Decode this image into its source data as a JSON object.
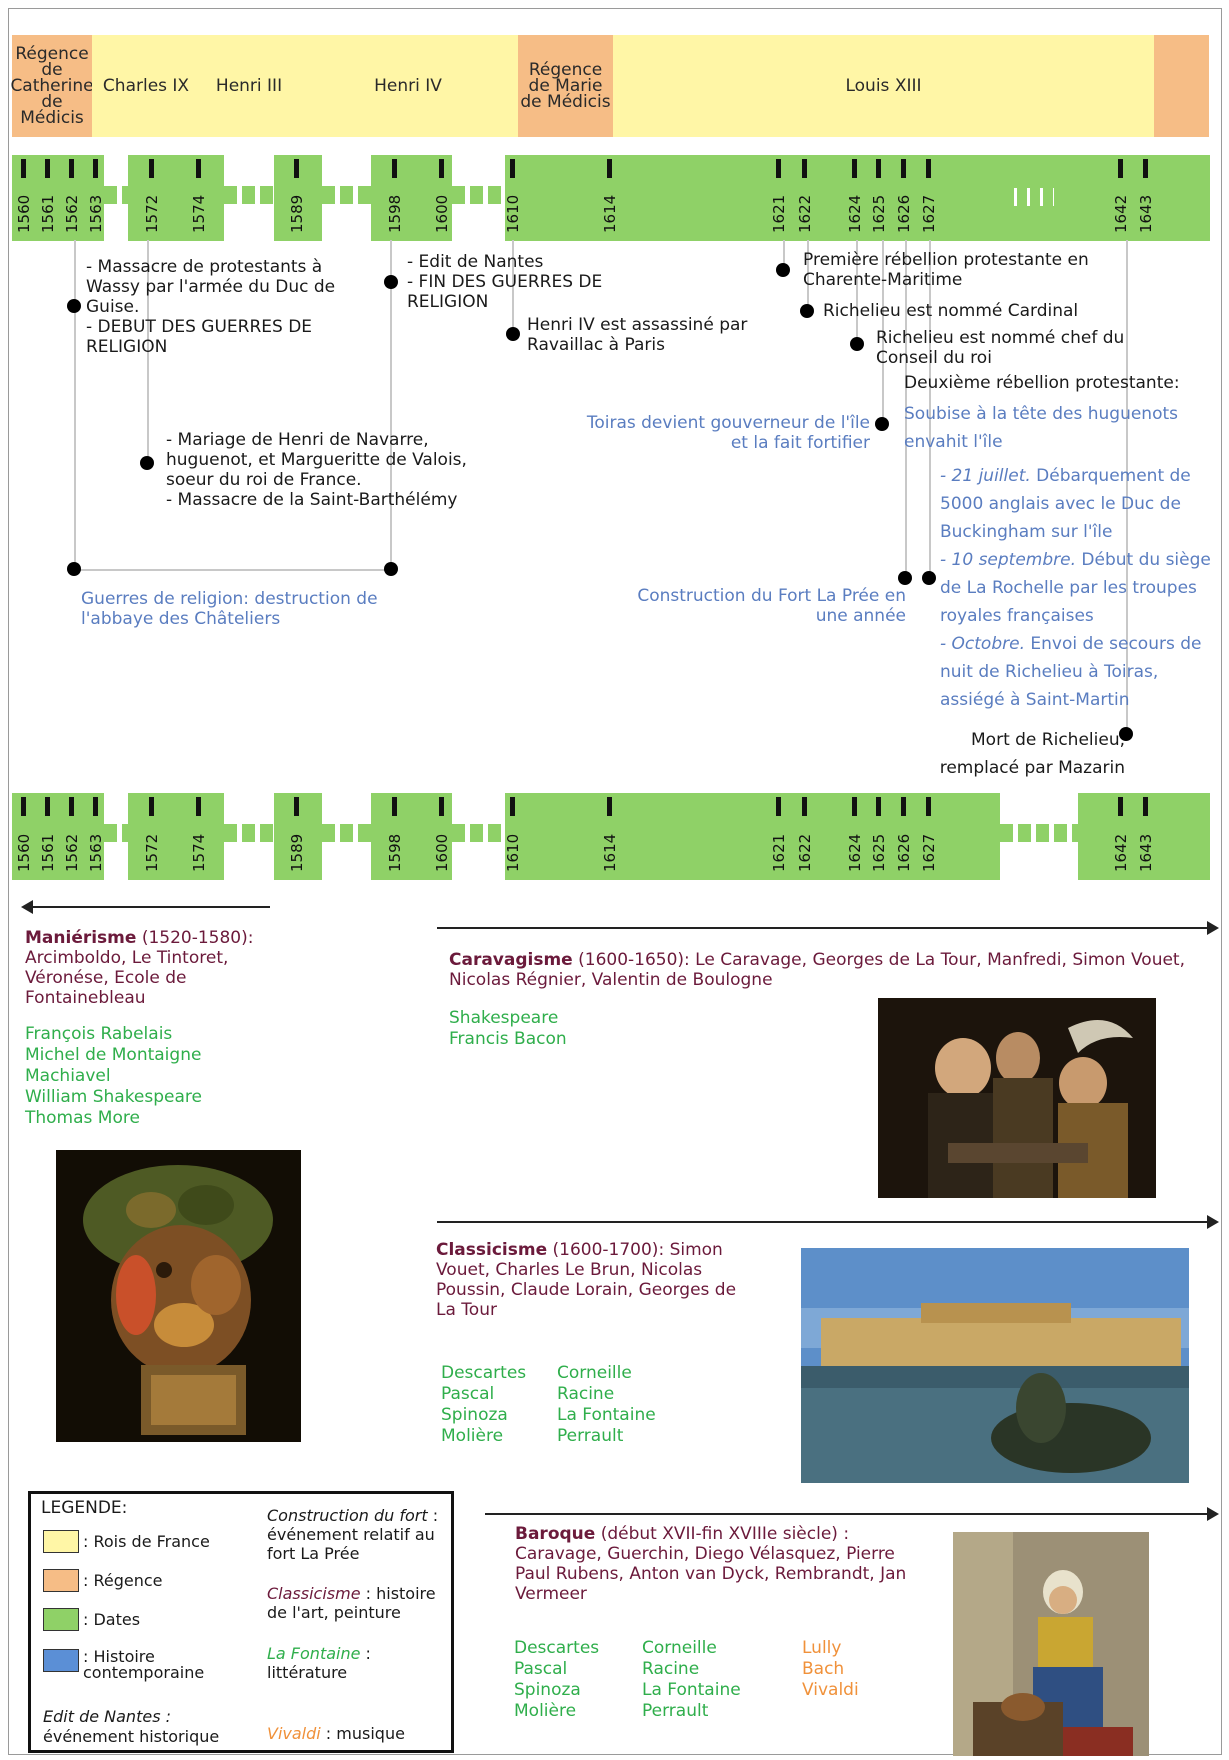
{
  "reigns": [
    {
      "label": "Régence de Catherine de Médicis",
      "kind": "regency"
    },
    {
      "label": "Charles IX",
      "kind": "king"
    },
    {
      "label": "Henri III",
      "kind": "king"
    },
    {
      "label": "Henri IV",
      "kind": "king"
    },
    {
      "label": "Régence de Marie de Médicis",
      "kind": "regency"
    },
    {
      "label": "Louis XIII",
      "kind": "king"
    },
    {
      "label": "",
      "kind": "regency"
    }
  ],
  "years": [
    "1560",
    "1561",
    "1562",
    "1563",
    "1572",
    "1574",
    "1589",
    "1598",
    "1600",
    "1610",
    "1614",
    "1621",
    "1622",
    "1624",
    "1625",
    "1626",
    "1627",
    "1642",
    "1643"
  ],
  "events": {
    "wassy": "- Massacre de protestants à Wassy par l'armée du Duc de Guise.\n- DEBUT DES GUERRES DE RELIGION",
    "nantes": "- Edit de Nantes\n- FIN DES GUERRES DE RELIGION",
    "henri4": "Henri IV est assassiné par Ravaillac à Paris",
    "rebellion1": "Première rébellion protestante en Charente-Maritime",
    "cardinal": "Richelieu est nommé Cardinal",
    "chef": "Richelieu est nommé chef du Conseil du roi",
    "mariage": "- Mariage de Henri de Navarre, huguenot, et Margueritte de Valois, soeur du roi de France.\n- Massacre de la Saint-Barthélémy",
    "toiras": "Toiras devient gouverneur de l'île et la fait fortifier",
    "rebellion2_title": "Deuxième rébellion protestante:",
    "rebellion2_text": "Soubise à la tête des huguenots envahit l'île",
    "juillet_date": "- 21 juillet.",
    "juillet_text": " Débarquement de 5000 anglais avec le Duc de Buckingham sur l'île",
    "septembre_date": "- 10 septembre.",
    "septembre_text": " Début du siège de La Rochelle par les troupes royales françaises",
    "octobre_date": "- Octobre.",
    "octobre_text": " Envoi de secours de nuit de Richelieu à Toiras, assiégé à Saint-Martin",
    "abbaye": "Guerres de religion: destruction de l'abbaye des Châteliers",
    "fort": "Construction du Fort La Prée en une année",
    "mort": "Mort de Richelieu, remplacé par Mazarin"
  },
  "movements": {
    "manierisme": {
      "name": "Maniérisme",
      "rest": " (1520-1580):\nArcimboldo, Le Tintoret, Véronése, Ecole de Fontainebleau"
    },
    "caravagisme": {
      "name": "Caravagisme",
      "rest": " (1600-1650): Le Caravage, Georges de La Tour, Manfredi, Simon Vouet, Nicolas Régnier, Valentin de Boulogne"
    },
    "classicisme": {
      "name": "Classicisme",
      "rest": " (1600-1700): Simon Vouet, Charles Le Brun, Nicolas Poussin, Claude Lorain, Georges de La Tour"
    },
    "baroque": {
      "name": "Baroque",
      "rest": " (début XVII-fin XVIIIe siècle) : Caravage, Guerchin, Diego Vélasquez, Pierre Paul Rubens, Anton van Dyck, Rembrandt, Jan Vermeer"
    }
  },
  "writers": {
    "manierisme": [
      "François Rabelais",
      "Michel de Montaigne",
      "Machiavel",
      "William Shakespeare",
      "Thomas More"
    ],
    "caravagisme": [
      "Shakespeare",
      "Francis Bacon"
    ],
    "classicisme_a": [
      "Descartes",
      "Pascal",
      "Spinoza",
      "Molière"
    ],
    "classicisme_b": [
      "Corneille",
      "Racine",
      "La Fontaine",
      "Perrault"
    ],
    "baroque_a": [
      "Descartes",
      "Pascal",
      "Spinoza",
      "Molière"
    ],
    "baroque_b": [
      "Corneille",
      "Racine",
      "La Fontaine",
      "Perrault"
    ]
  },
  "musicians": [
    "Lully",
    "Bach",
    "Vivaldi"
  ],
  "legend": {
    "title": "LEGENDE:",
    "rois": ": Rois de France",
    "regence": ": Régence",
    "dates": ": Dates",
    "histoire": ": Histoire contemporaine",
    "edit_sample": "Edit de Nantes :",
    "edit_desc": "événement historique",
    "fort_sample": "Construction du fort",
    "fort_desc": " : événement relatif au fort La Prée",
    "class_sample": "Classicisme",
    "class_desc": " : histoire de l'art, peinture",
    "lit_sample": "La Fontaine",
    "lit_desc": " :",
    "lit_word": "littérature",
    "mus_sample": "Vivaldi",
    "mus_desc": " : musique"
  },
  "colors": {
    "king": "#fff6a6",
    "regency": "#f6bd86",
    "dates": "#8fd167",
    "contemporary": "#5b8fd6",
    "history": "#5a7dc0",
    "literature": "#2fae4b",
    "music": "#f0913a",
    "art": "#6b1a3b"
  }
}
